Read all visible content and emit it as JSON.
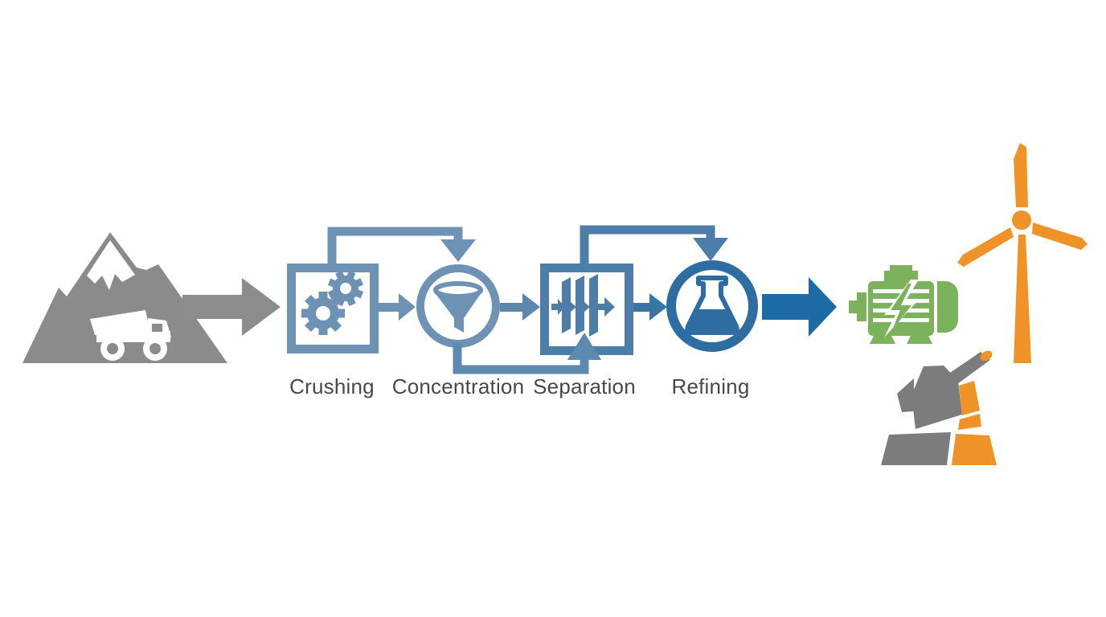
{
  "source": {
    "name": "mine",
    "icon": "mountain-dump-truck-icon",
    "color": "#8b8b8d"
  },
  "stages": [
    {
      "label": "Crushing",
      "shape": "square",
      "icon": "gears-icon",
      "color": "#6d92b4"
    },
    {
      "label": "Concentration",
      "shape": "circle",
      "icon": "funnel-icon",
      "color": "#6d92b4"
    },
    {
      "label": "Separation",
      "shape": "square",
      "icon": "filter-plates-icon",
      "color": "#4c7ea9"
    },
    {
      "label": "Refining",
      "shape": "circle",
      "icon": "flask-icon",
      "color": "#2e6da1"
    }
  ],
  "connectors": {
    "input_arrow_color": "#8c8c8e",
    "stage_arrow_color": "#6d92b4",
    "output_arrow_color": "#1c6ba6",
    "recycle_loops": [
      "crushing-top-to-concentration",
      "concentration-bottom-to-separation",
      "separation-top-to-refining"
    ]
  },
  "outputs": [
    {
      "name": "electric-motor",
      "icon": "electric-motor-icon",
      "color": "#7cb25c"
    },
    {
      "name": "wind-turbine",
      "icon": "wind-turbine-icon",
      "color": "#ef9227"
    },
    {
      "name": "mining-machine",
      "icon": "mining-machine-icon",
      "colors": [
        "#7b7c7e",
        "#ef9227"
      ]
    }
  ]
}
